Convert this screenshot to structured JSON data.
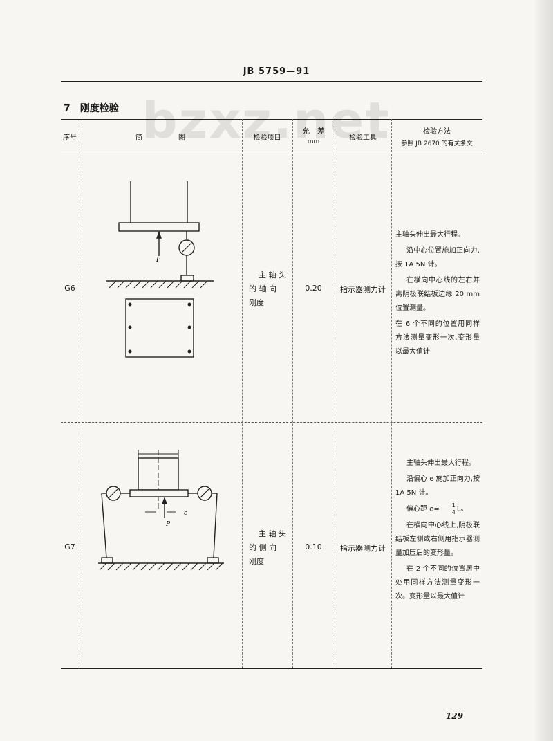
{
  "header": {
    "code": "JB 5759—91"
  },
  "section_title": "7　刚度检验",
  "watermark": "bzxz.net",
  "table": {
    "headers": {
      "seq": "序号",
      "diagram_1": "简",
      "diagram_2": "图",
      "item": "检验项目",
      "tol_1": "允　差",
      "tol_2": "mm",
      "tool": "检验工具",
      "method_1": "检验方法",
      "method_2": "参照 JB 2670 的有关条文"
    },
    "rows": [
      {
        "id": "G6",
        "item_lines": [
          "主 轴 头",
          "的 轴 向",
          "刚度"
        ],
        "tolerance": "0.20",
        "tool": "指示器测力计",
        "method": [
          "主轴头伸出最大行程。",
          "沿中心位置施加正向力,按 1A 5N 计。",
          "在横向中心线的左右并离阴极联结板边缘 20 mm 位置测量。",
          "在 6 个不同的位置用同样方法测量变形一次,变形量以最大值计"
        ],
        "diagram_label": "P"
      },
      {
        "id": "G7",
        "item_lines": [
          "主 轴 头",
          "的 侧 向",
          "刚度"
        ],
        "tolerance": "0.10",
        "tool": "指示器测力计",
        "method": [
          "主轴头伸出最大行程。",
          "沿偏心 e 施加正向力,按 1A 5N 计。",
          "偏心距 e=",
          "L。",
          "在横向中心线上,阴极联结板左侧或右侧用指示器测量加压后的变形量。",
          "在 2 个不同的位置居中处用同样方法测量变形一次。变形量以最大值计"
        ],
        "frac_num": "1",
        "frac_den": "4",
        "diagram_label_p": "P",
        "diagram_label_e": "e"
      }
    ]
  },
  "page_number": "129"
}
